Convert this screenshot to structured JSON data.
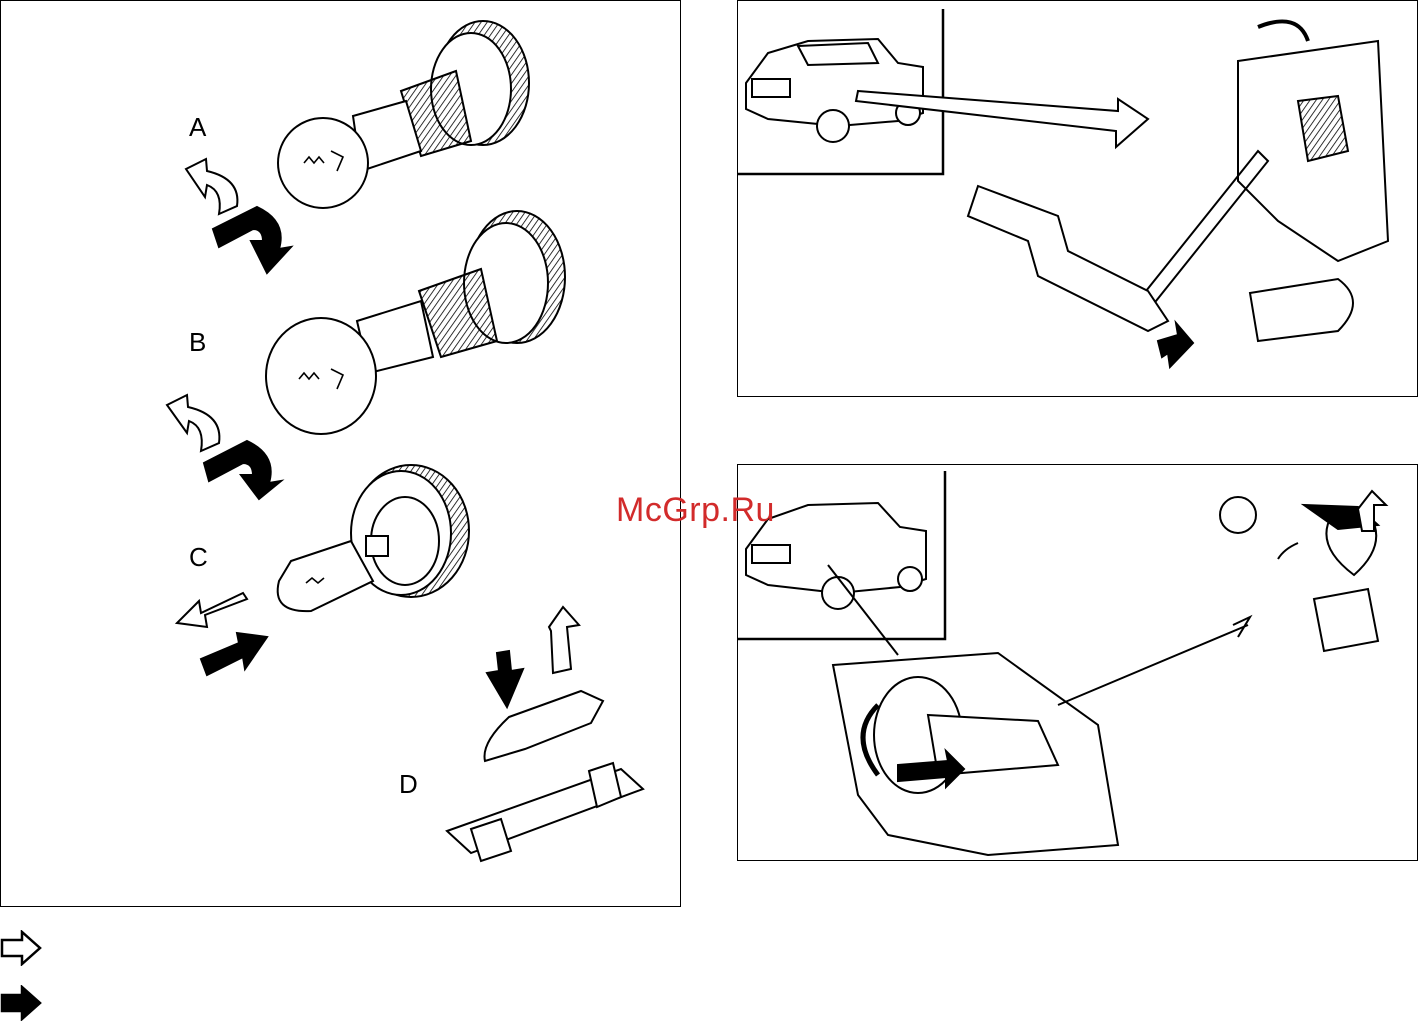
{
  "labels": {
    "a": "A",
    "b": "B",
    "c": "C",
    "d": "D"
  },
  "watermark": "McGrp.Ru",
  "colors": {
    "ink": "#000000",
    "paper": "#ffffff",
    "watermark": "#d22b2b"
  },
  "legend": [
    {
      "icon": "outline-arrow-icon"
    },
    {
      "icon": "filled-arrow-icon"
    }
  ]
}
